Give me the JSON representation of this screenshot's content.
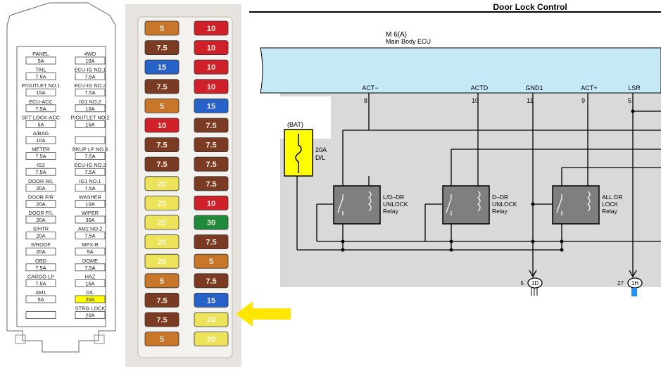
{
  "fuse_chart": {
    "left": [
      {
        "name": "PANEL",
        "amp": "5A"
      },
      {
        "name": "TAIL",
        "amp": "7.5A"
      },
      {
        "name": "P/OUTLET NO.1",
        "amp": "15A"
      },
      {
        "name": "ECU-ACC",
        "amp": "7.5A"
      },
      {
        "name": "SFT LOCK-ACC",
        "amp": "5A"
      },
      {
        "name": "A/BAG",
        "amp": "10A"
      },
      {
        "name": "METER",
        "amp": "7.5A"
      },
      {
        "name": "IG2",
        "amp": "7.5A"
      },
      {
        "name": "DOOR R/L",
        "amp": "20A"
      },
      {
        "name": "DOOR F/R",
        "amp": "20A"
      },
      {
        "name": "DOOR F/L",
        "amp": "20A"
      },
      {
        "name": "S/HTR",
        "amp": "20A"
      },
      {
        "name": "S/ROOF",
        "amp": "20A"
      },
      {
        "name": "OBD",
        "amp": "7.5A"
      },
      {
        "name": "CARGO LP",
        "amp": "7.5A"
      },
      {
        "name": "AM1",
        "amp": "5A"
      },
      {
        "name": "",
        "amp": ""
      }
    ],
    "right": [
      {
        "name": "4WD",
        "amp": "10A"
      },
      {
        "name": "ECU-IG NO.1",
        "amp": "7.5A"
      },
      {
        "name": "ECU-IG NO.2",
        "amp": "7.5A"
      },
      {
        "name": "IG1 NO.2",
        "amp": "10A"
      },
      {
        "name": "P/OUTLET NO.2",
        "amp": "15A"
      },
      {
        "name": "",
        "amp": ""
      },
      {
        "name": "BKUP LP NO.3",
        "amp": "7.5A"
      },
      {
        "name": "ECU-IG NO.3",
        "amp": "7.5A"
      },
      {
        "name": "IG1 NO.1",
        "amp": "7.5A"
      },
      {
        "name": "WASHER",
        "amp": "10A"
      },
      {
        "name": "WIPER",
        "amp": "30A"
      },
      {
        "name": "AM2 NO.2",
        "amp": "7.5A"
      },
      {
        "name": "MPX-B",
        "amp": "5A"
      },
      {
        "name": "DOME",
        "amp": "7.5A"
      },
      {
        "name": "HAZ",
        "amp": "15A"
      },
      {
        "name": "D/L",
        "amp": "20A",
        "highlight": true
      },
      {
        "name": "STRG LOCK",
        "amp": "20A"
      }
    ],
    "highlight_color": "#ffff00"
  },
  "fuse_photo": {
    "left_column": [
      "5",
      "7.5",
      "15",
      "7.5",
      "5",
      "10",
      "7.5",
      "7.5",
      "20",
      "20",
      "20",
      "20",
      "20",
      "5",
      "7.5",
      "7.5",
      "5"
    ],
    "right_column": [
      "10",
      "10",
      "10",
      "10",
      "15",
      "7.5",
      "7.5",
      "7.5",
      "7.5",
      "10",
      "30",
      "7.5",
      "5",
      "7.5",
      "15",
      "20",
      "20"
    ],
    "arrow_color": "#ffe600",
    "fuse_colors": {
      "5": "#c8772a",
      "7.5": "#7a3b22",
      "10": "#d0212a",
      "15": "#2662c8",
      "20": "#ece35a",
      "30": "#1f8b3a"
    }
  },
  "wiring": {
    "title": "Door Lock Control",
    "connector": "M 6(A)",
    "ecu_name": "Main Body ECU",
    "pins": [
      {
        "name": "ACT−",
        "num": "8"
      },
      {
        "name": "ACTD",
        "num": "10"
      },
      {
        "name": "GND1",
        "num": "11"
      },
      {
        "name": "ACT+",
        "num": "9"
      },
      {
        "name": "LSR",
        "num": "5"
      }
    ],
    "fuse": {
      "source": "(BAT)",
      "rating": "20A",
      "name": "D/L"
    },
    "relays": [
      {
        "line1": "L/D–DR",
        "line2": "UNLOCK",
        "line3": "Relay"
      },
      {
        "line1": "D–DR",
        "line2": "UNLOCK",
        "line3": "Relay"
      },
      {
        "line1": "ALL DR",
        "line2": "LOCK",
        "line3": "Relay"
      }
    ],
    "grounds": [
      {
        "pin": "5",
        "label": "1D"
      },
      {
        "pin": "27",
        "label": "1H"
      }
    ],
    "colors": {
      "ecu": "#c6e9f7",
      "panel": "#d9d9d9",
      "fuse_box": "#ffff00",
      "relay": "#7f7f7f",
      "wire_blue": "#1e90ff"
    }
  }
}
